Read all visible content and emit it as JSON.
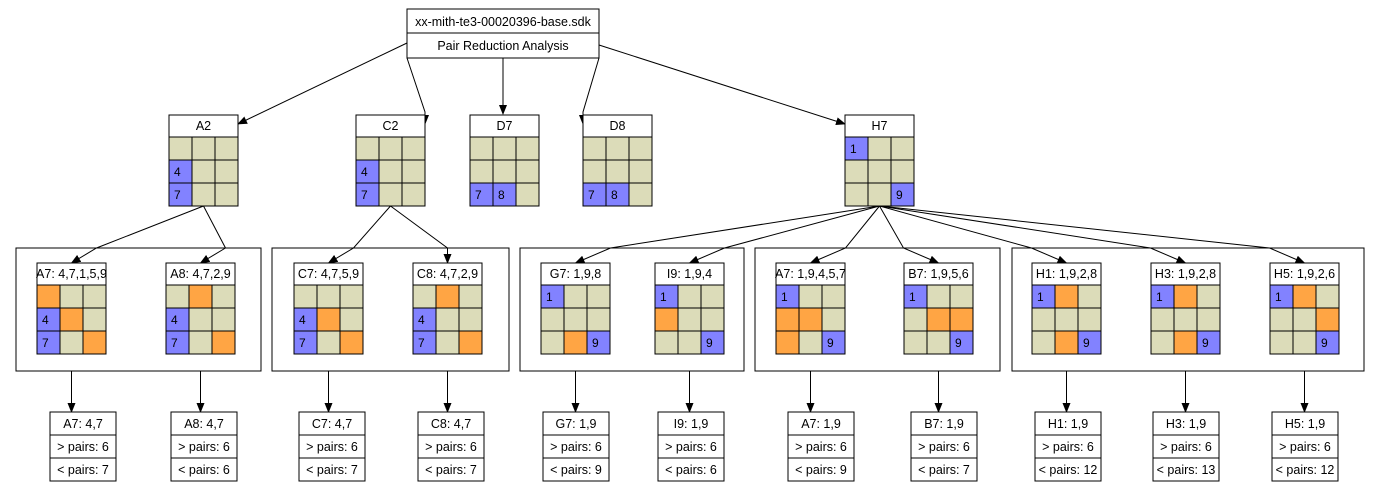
{
  "colors": {
    "empty": "#dcdcb9",
    "given": "#8282ff",
    "candidate": "#ffa544",
    "stroke": "#000000",
    "background": "#ffffff"
  },
  "root": {
    "filename": "xx-mith-te3-00020396-base.sdk",
    "subtitle": "Pair Reduction Analysis"
  },
  "level1": [
    {
      "id": "A2",
      "label": "A2",
      "cells": [
        "",
        "",
        "",
        "4",
        "",
        "",
        "7",
        "",
        ""
      ],
      "types": [
        "e",
        "e",
        "e",
        "g",
        "e",
        "e",
        "g",
        "e",
        "e"
      ]
    },
    {
      "id": "C2",
      "label": "C2",
      "cells": [
        "",
        "",
        "",
        "4",
        "",
        "",
        "7",
        "",
        ""
      ],
      "types": [
        "e",
        "e",
        "e",
        "g",
        "e",
        "e",
        "g",
        "e",
        "e"
      ]
    },
    {
      "id": "D7",
      "label": "D7",
      "cells": [
        "",
        "",
        "",
        "",
        "",
        "",
        "7",
        "8",
        ""
      ],
      "types": [
        "e",
        "e",
        "e",
        "e",
        "e",
        "e",
        "g",
        "g",
        "e"
      ]
    },
    {
      "id": "D8",
      "label": "D8",
      "cells": [
        "",
        "",
        "",
        "",
        "",
        "",
        "7",
        "8",
        ""
      ],
      "types": [
        "e",
        "e",
        "e",
        "e",
        "e",
        "e",
        "g",
        "g",
        "e"
      ]
    },
    {
      "id": "H7",
      "label": "H7",
      "cells": [
        "1",
        "",
        "",
        "",
        "",
        "",
        "",
        "",
        "9"
      ],
      "types": [
        "g",
        "e",
        "e",
        "e",
        "e",
        "e",
        "e",
        "e",
        "g"
      ]
    }
  ],
  "level2": [
    {
      "id": "A7",
      "label": "A7: 4,7,1,5,9",
      "parent": "A2",
      "cells": [
        "",
        "",
        "",
        "4",
        "",
        "",
        "7",
        "",
        ""
      ],
      "types": [
        "c",
        "e",
        "e",
        "g",
        "c",
        "e",
        "g",
        "e",
        "c"
      ]
    },
    {
      "id": "A8",
      "label": "A8: 4,7,2,9",
      "parent": "A2",
      "cells": [
        "",
        "",
        "",
        "4",
        "",
        "",
        "7",
        "",
        ""
      ],
      "types": [
        "e",
        "c",
        "e",
        "g",
        "e",
        "e",
        "g",
        "e",
        "c"
      ]
    },
    {
      "id": "C7",
      "label": "C7: 4,7,5,9",
      "parent": "C2",
      "cells": [
        "",
        "",
        "",
        "4",
        "",
        "",
        "7",
        "",
        ""
      ],
      "types": [
        "e",
        "e",
        "e",
        "g",
        "c",
        "e",
        "g",
        "e",
        "c"
      ]
    },
    {
      "id": "C8",
      "label": "C8: 4,7,2,9",
      "parent": "C2",
      "cells": [
        "",
        "",
        "",
        "4",
        "",
        "",
        "7",
        "",
        ""
      ],
      "types": [
        "e",
        "c",
        "e",
        "g",
        "e",
        "e",
        "g",
        "e",
        "c"
      ]
    },
    {
      "id": "G7",
      "label": "G7: 1,9,8",
      "parent": "H7",
      "cells": [
        "1",
        "",
        "",
        "",
        "",
        "",
        "",
        "",
        "9"
      ],
      "types": [
        "g",
        "e",
        "e",
        "e",
        "e",
        "e",
        "e",
        "c",
        "g"
      ]
    },
    {
      "id": "I9",
      "label": "I9: 1,9,4",
      "parent": "H7",
      "cells": [
        "1",
        "",
        "",
        "",
        "",
        "",
        "",
        "",
        "9"
      ],
      "types": [
        "g",
        "e",
        "e",
        "c",
        "e",
        "e",
        "e",
        "e",
        "g"
      ]
    },
    {
      "id": "A7b",
      "label": "A7: 1,9,4,5,7",
      "parent": "H7",
      "cells": [
        "1",
        "",
        "",
        "",
        "",
        "",
        "",
        "",
        "9"
      ],
      "types": [
        "g",
        "e",
        "e",
        "c",
        "c",
        "e",
        "c",
        "e",
        "g"
      ]
    },
    {
      "id": "B7",
      "label": "B7: 1,9,5,6",
      "parent": "H7",
      "cells": [
        "1",
        "",
        "",
        "",
        "",
        "",
        "",
        "",
        "9"
      ],
      "types": [
        "g",
        "e",
        "e",
        "e",
        "c",
        "c",
        "e",
        "e",
        "g"
      ]
    },
    {
      "id": "H1",
      "label": "H1: 1,9,2,8",
      "parent": "H7",
      "cells": [
        "1",
        "",
        "",
        "",
        "",
        "",
        "",
        "",
        "9"
      ],
      "types": [
        "g",
        "c",
        "e",
        "e",
        "e",
        "e",
        "e",
        "c",
        "g"
      ]
    },
    {
      "id": "H3",
      "label": "H3: 1,9,2,8",
      "parent": "H7",
      "cells": [
        "1",
        "",
        "",
        "",
        "",
        "",
        "",
        "",
        "9"
      ],
      "types": [
        "g",
        "c",
        "e",
        "e",
        "e",
        "e",
        "e",
        "c",
        "g"
      ]
    },
    {
      "id": "H5",
      "label": "H5: 1,9,2,6",
      "parent": "H7",
      "cells": [
        "1",
        "",
        "",
        "",
        "",
        "",
        "",
        "",
        "9"
      ],
      "types": [
        "g",
        "c",
        "e",
        "e",
        "e",
        "c",
        "e",
        "e",
        "g"
      ]
    }
  ],
  "groups": [
    {
      "id": "grp-A2",
      "members": [
        "A7",
        "A8"
      ]
    },
    {
      "id": "grp-C2",
      "members": [
        "C7",
        "C8"
      ]
    },
    {
      "id": "grp-H7a",
      "members": [
        "G7",
        "I9"
      ]
    },
    {
      "id": "grp-H7b",
      "members": [
        "A7b",
        "B7"
      ]
    },
    {
      "id": "grp-H7c",
      "members": [
        "H1",
        "H3",
        "H5"
      ]
    }
  ],
  "summaries": [
    {
      "id": "A7",
      "title": "A7: 4,7",
      "more": "> pairs: 6",
      "less": "< pairs: 7"
    },
    {
      "id": "A8",
      "title": "A8: 4,7",
      "more": "> pairs: 6",
      "less": "< pairs: 6"
    },
    {
      "id": "C7",
      "title": "C7: 4,7",
      "more": "> pairs: 6",
      "less": "< pairs: 7"
    },
    {
      "id": "C8",
      "title": "C8: 4,7",
      "more": "> pairs: 6",
      "less": "< pairs: 7"
    },
    {
      "id": "G7",
      "title": "G7: 1,9",
      "more": "> pairs: 6",
      "less": "< pairs: 9"
    },
    {
      "id": "I9",
      "title": "I9: 1,9",
      "more": "> pairs: 6",
      "less": "< pairs: 6"
    },
    {
      "id": "A7b",
      "title": "A7: 1,9",
      "more": "> pairs: 6",
      "less": "< pairs: 9"
    },
    {
      "id": "B7",
      "title": "B7: 1,9",
      "more": "> pairs: 6",
      "less": "< pairs: 7"
    },
    {
      "id": "H1",
      "title": "H1: 1,9",
      "more": "> pairs: 6",
      "less": "< pairs: 12"
    },
    {
      "id": "H3",
      "title": "H3: 1,9",
      "more": "> pairs: 6",
      "less": "< pairs: 13"
    },
    {
      "id": "H5",
      "title": "H5: 1,9",
      "more": "> pairs: 6",
      "less": "< pairs: 12"
    }
  ]
}
